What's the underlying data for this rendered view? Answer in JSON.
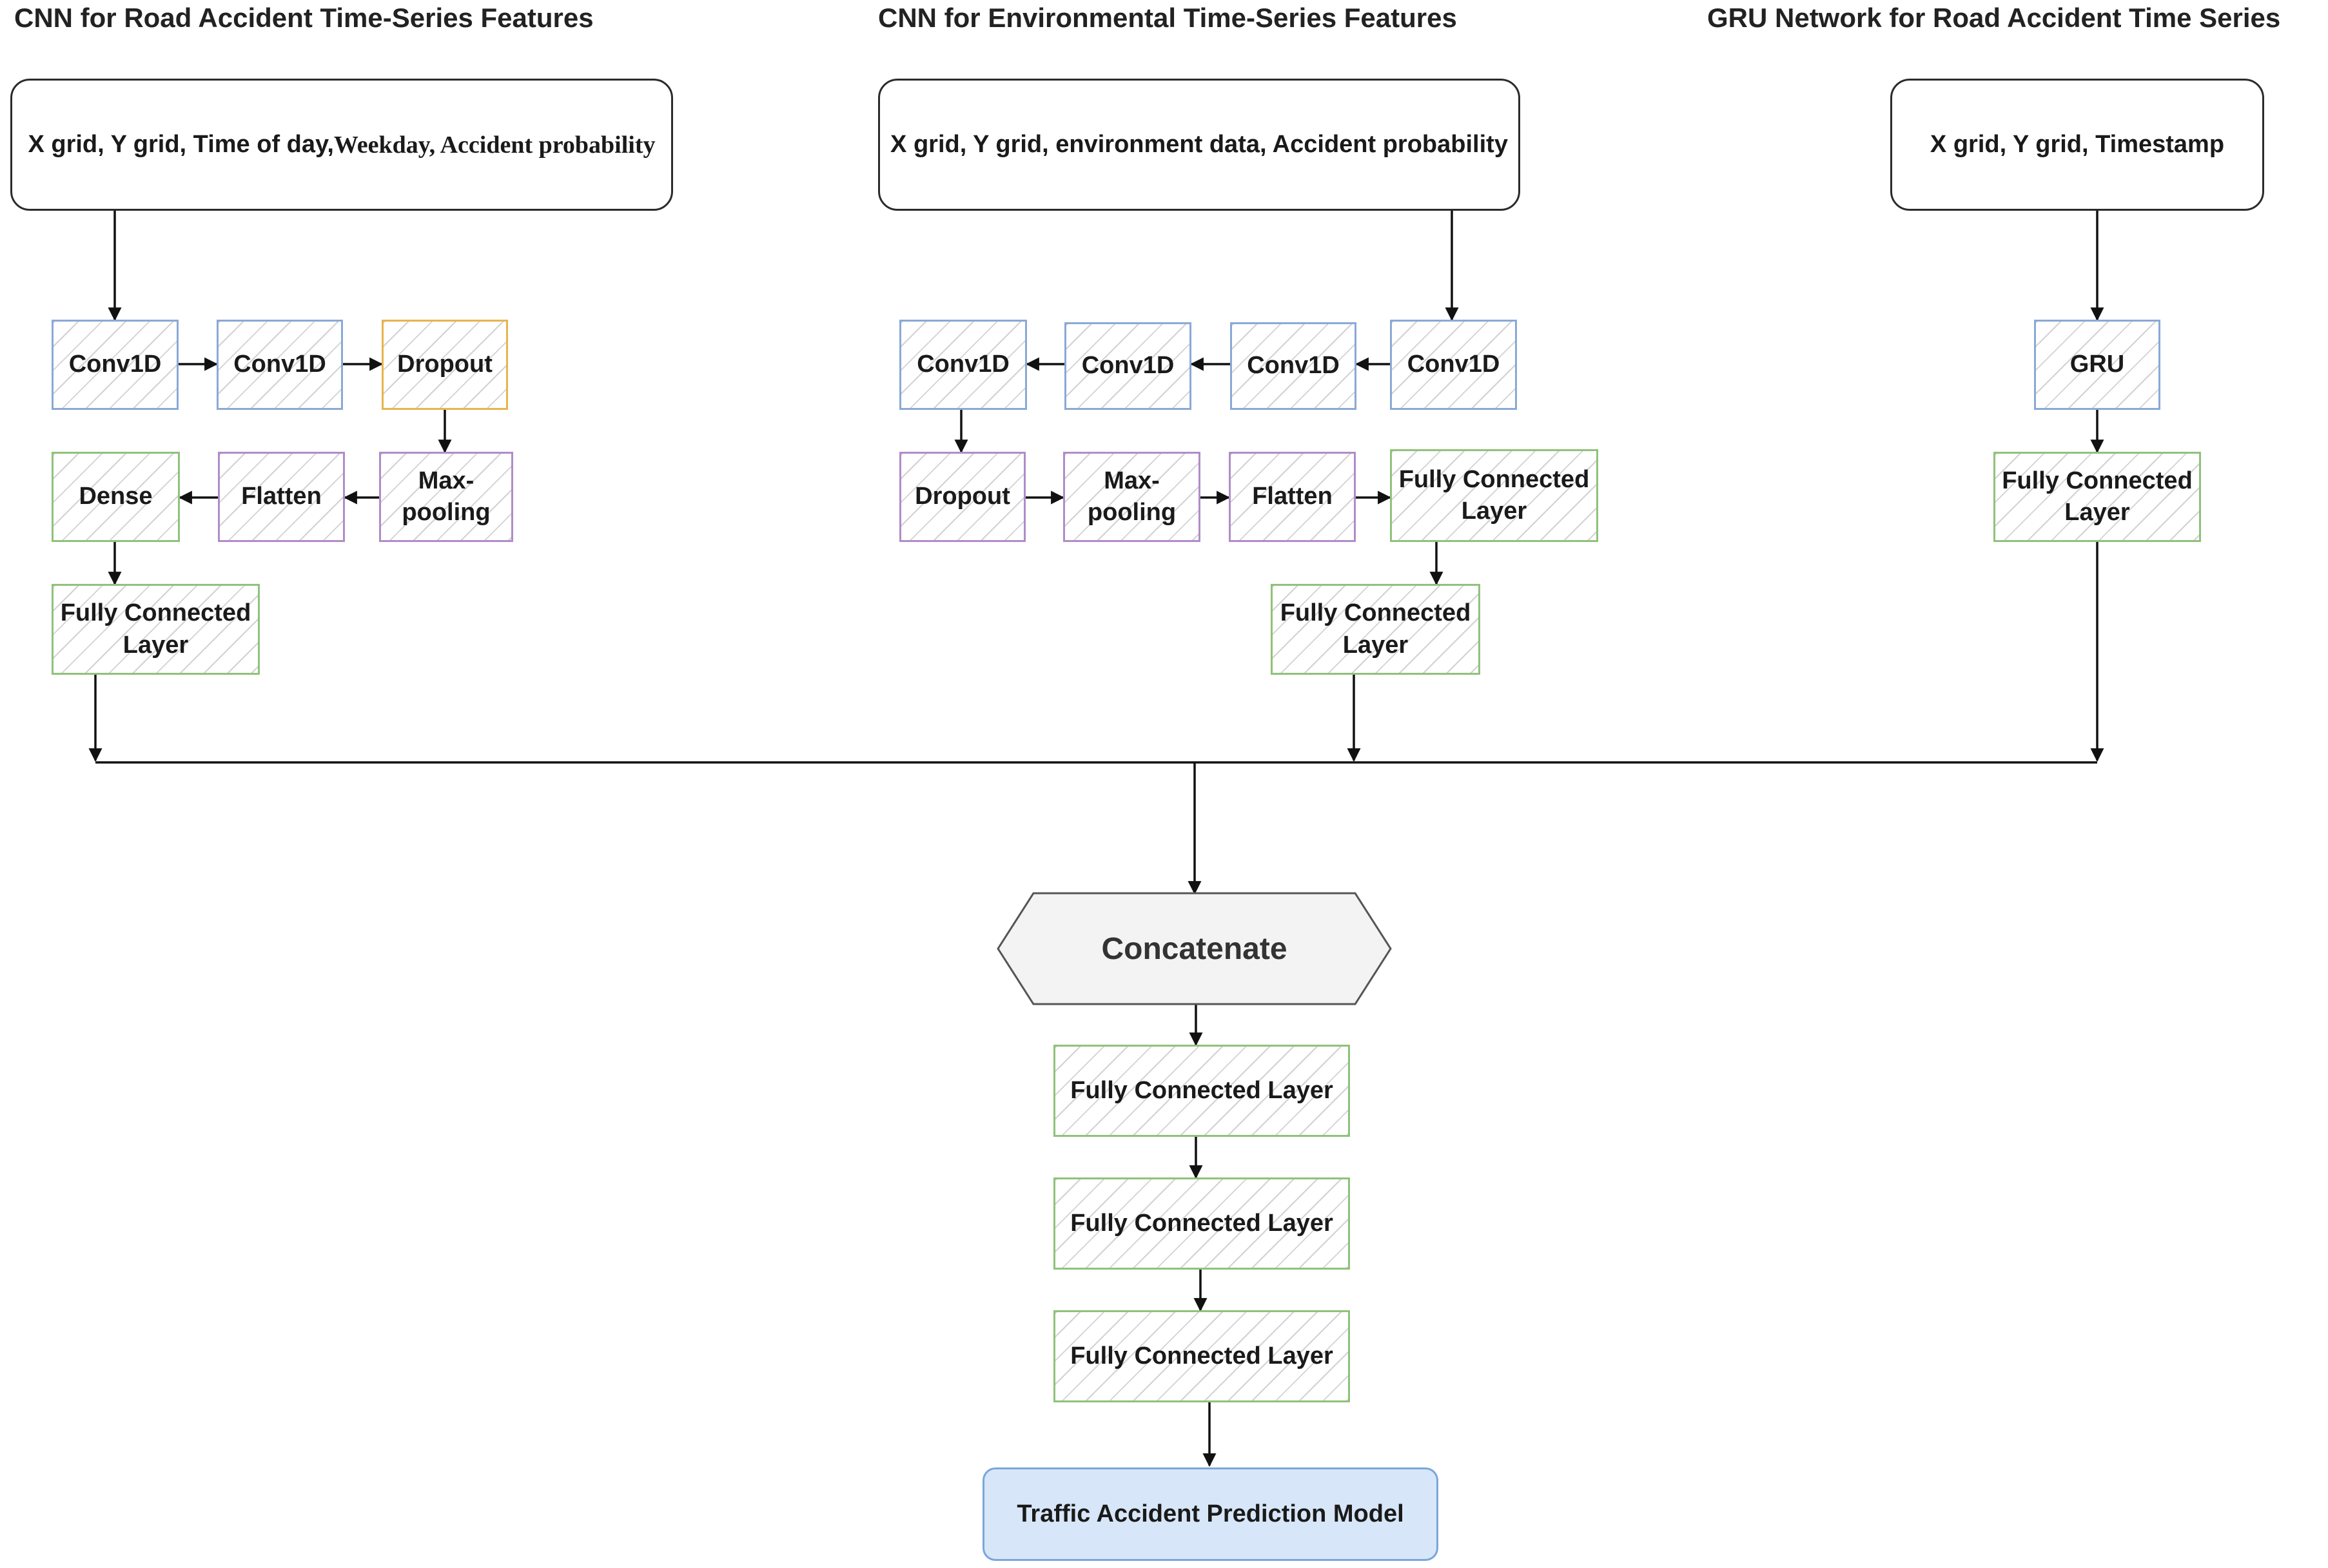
{
  "titles": {
    "left": "CNN for Road Accident Time-Series Features",
    "middle": "CNN for Environmental Time-Series Features",
    "right": "GRU Network for Road Accident Time Series"
  },
  "inputs": {
    "left_a": "X grid, Y grid, Time of day, ",
    "left_b": "Weekday, Accident probability",
    "middle": "X grid, Y grid, environment data, Accident probability",
    "right": "X grid, Y grid, Timestamp"
  },
  "left_branch": {
    "conv1": "Conv1D",
    "conv2": "Conv1D",
    "dropout": "Dropout",
    "maxpool_1": "Max-",
    "maxpool_2": "pooling",
    "flatten": "Flatten",
    "dense": "Dense",
    "fc_1": "Fully Connected",
    "fc_2": "Layer"
  },
  "middle_branch": {
    "conv1": "Conv1D",
    "conv2": "Conv1D",
    "conv3": "Conv1D",
    "conv4": "Conv1D",
    "dropout": "Dropout",
    "maxpool_1": "Max-",
    "maxpool_2": "pooling",
    "flatten": "Flatten",
    "fc_a_1": "Fully Connected",
    "fc_a_2": "Layer",
    "fc_b_1": "Fully Connected",
    "fc_b_2": "Layer"
  },
  "right_branch": {
    "gru": "GRU",
    "fc_1": "Fully Connected",
    "fc_2": "Layer"
  },
  "merge": {
    "concatenate": "Concatenate",
    "fc1": "Fully Connected Layer",
    "fc2": "Fully Connected Layer",
    "fc3": "Fully Connected Layer",
    "output": "Traffic Accident Prediction Model"
  },
  "colors": {
    "conv": "#8aa9d6",
    "dropout_left": "#e8b44e",
    "pool": "#b08cc8",
    "dense": "#8fc27a",
    "output_fill": "#d7e6f8",
    "concat_fill": "#f3f3f3"
  }
}
